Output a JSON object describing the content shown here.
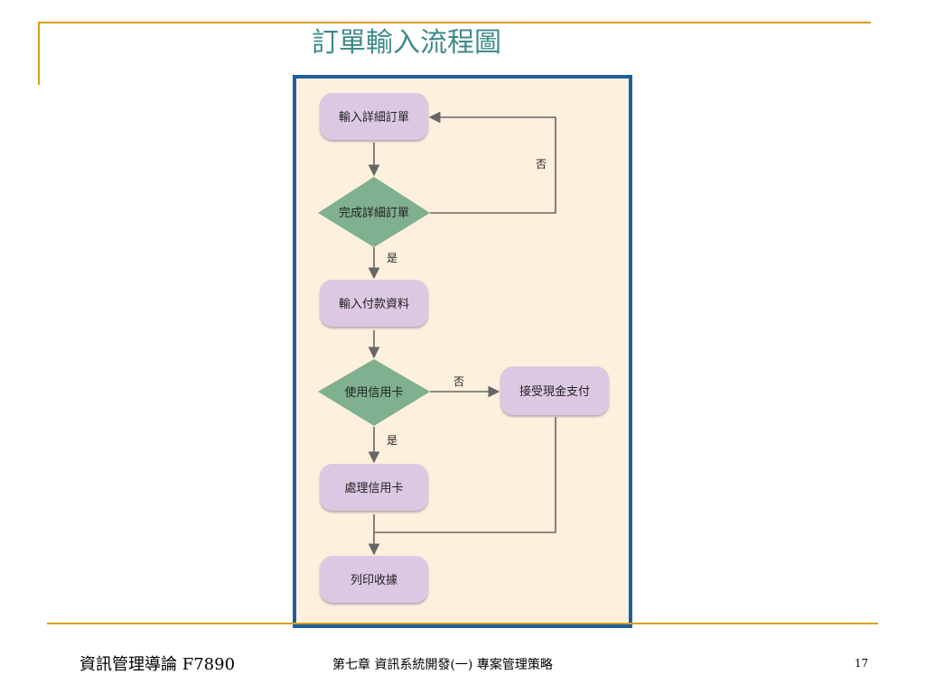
{
  "slide": {
    "title": "訂單輸入流程圖",
    "footer_left": "資訊管理導論 F7890",
    "footer_center": "第七章 資訊系統開發(一) 專案管理策略",
    "page_number": "17"
  },
  "flowchart": {
    "nodes": {
      "enter_order": "輸入詳細訂單",
      "order_complete": "完成詳細訂單",
      "enter_payment": "輸入付款資料",
      "use_credit": "使用信用卡",
      "accept_cash": "接受現金支付",
      "process_credit": "處理信用卡",
      "print_receipt": "列印收據"
    },
    "edge_labels": {
      "no_loop": "否",
      "yes_complete": "是",
      "no_credit": "否",
      "yes_credit": "是"
    }
  },
  "colors": {
    "accent_line": "#d4a017",
    "title": "#3f8a8a",
    "panel_bg": "#fdf0dc",
    "panel_border": "#1f5f9e",
    "process_fill": "#dcc8e3",
    "decision_fill": "#7fb08f",
    "arrow": "#666666"
  }
}
